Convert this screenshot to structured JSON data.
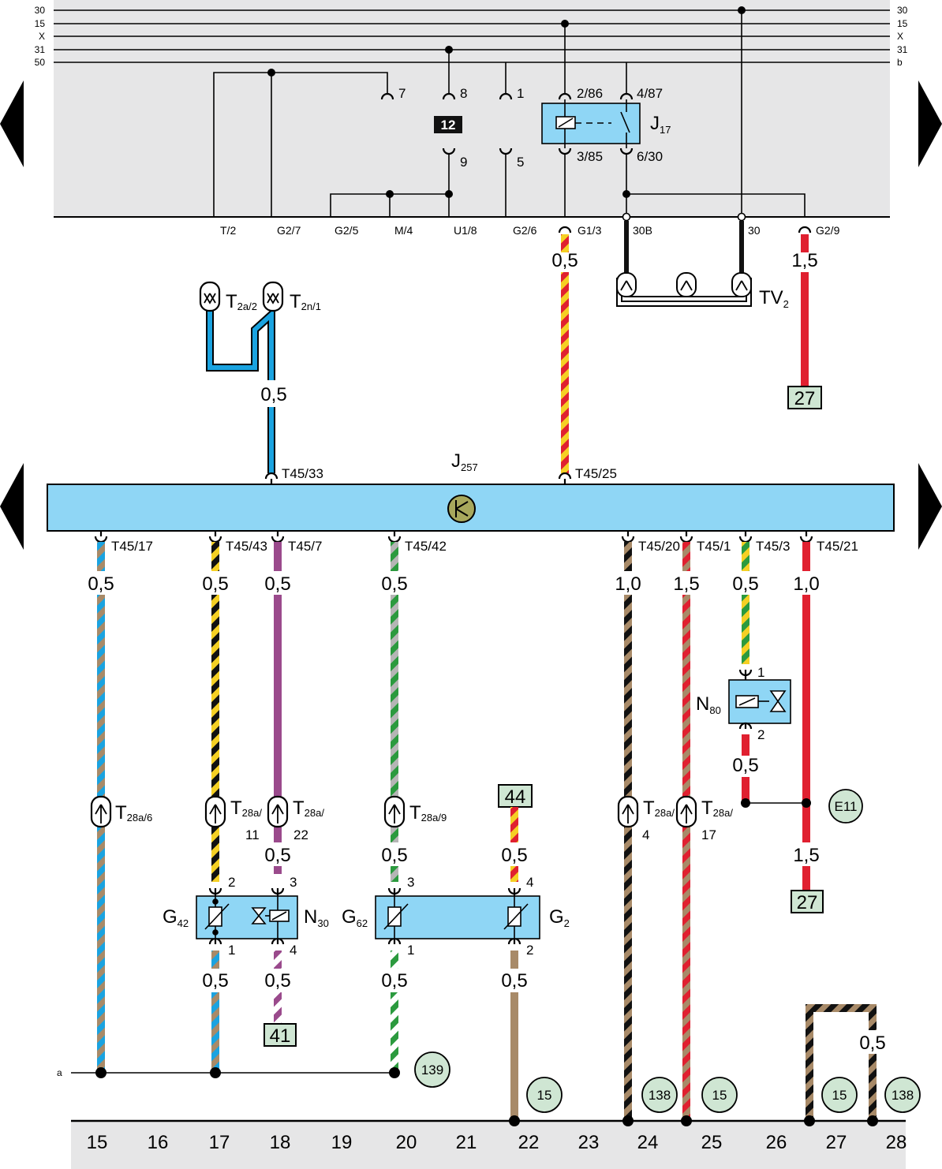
{
  "rails": {
    "left": [
      "30",
      "15",
      "X",
      "31",
      "50"
    ],
    "right": [
      "30",
      "15",
      "X",
      "31",
      "b"
    ]
  },
  "fuse_box": {
    "terminals": [
      "7",
      "8",
      "1",
      "9",
      "5"
    ],
    "badge": "12",
    "relay": {
      "name": "J",
      "sub": "17",
      "pins": [
        "2/86",
        "4/87",
        "3/85",
        "6/30"
      ]
    },
    "connectors": [
      "T/2",
      "G2/7",
      "G2/5",
      "M/4",
      "U1/8",
      "G2/6",
      "G1/3",
      "30B",
      "30",
      "G2/9"
    ]
  },
  "tv2": {
    "name": "TV",
    "sub": "2"
  },
  "t2": [
    {
      "name": "T",
      "sub": "2a/2"
    },
    {
      "name": "T",
      "sub": "2n/1"
    }
  ],
  "ecu": {
    "name": "J",
    "sub": "257",
    "pins_top": [
      "T45/33",
      "T45/25"
    ],
    "pins_bottom": [
      "T45/17",
      "T45/43",
      "T45/7",
      "T45/42",
      "T45/20",
      "T45/1",
      "T45/3",
      "T45/21"
    ]
  },
  "wire_sizes": {
    "g13": "0,5",
    "g29": "1,5",
    "t2": "0,5",
    "w15": "0,5",
    "w17": "0,5",
    "w18": "0,5",
    "w20": "0,5",
    "w24": "1,0",
    "w25": "1,5",
    "w26": "0,5",
    "w27": "1,0",
    "w18b": "0,5",
    "w20b": "0,5",
    "w22b": "0,5",
    "n80b": "0,5",
    "w27b": "1,5",
    "w17c": "0,5",
    "w18c": "0,5",
    "w20c": "0,5",
    "w22c": "0,5",
    "loop": "0,5"
  },
  "t28": [
    {
      "name": "T",
      "sub": "28a/6"
    },
    {
      "name": "T",
      "sub": "28a/",
      "line2": "11"
    },
    {
      "name": "T",
      "sub": "28a/",
      "line2": "22"
    },
    {
      "name": "T",
      "sub": "28a/9"
    },
    {
      "name": "T",
      "sub": "28a/",
      "line2": "4"
    },
    {
      "name": "T",
      "sub": "28a/",
      "line2": "17"
    }
  ],
  "components": {
    "n80": {
      "name": "N",
      "sub": "80",
      "pins": [
        "1",
        "2"
      ]
    },
    "g42": {
      "name": "G",
      "sub": "42"
    },
    "n30": {
      "name": "N",
      "sub": "30"
    },
    "g62": {
      "name": "G",
      "sub": "62"
    },
    "g2": {
      "name": "G",
      "sub": "2"
    },
    "block1_pins": [
      "2",
      "3",
      "1",
      "4"
    ],
    "block2_pins": [
      "3",
      "4",
      "1",
      "2"
    ]
  },
  "refs": {
    "r27a": "27",
    "r44": "44",
    "r27b": "27",
    "r41": "41",
    "e11": "E11",
    "g139": "139",
    "g15a": "15",
    "g138a": "138",
    "g15b": "15",
    "g15c": "15",
    "g138b": "138"
  },
  "line_a": "a",
  "track_numbers": [
    "15",
    "16",
    "17",
    "18",
    "19",
    "20",
    "21",
    "22",
    "23",
    "24",
    "25",
    "26",
    "27",
    "28"
  ],
  "colors": {
    "panel": "#e6e6e7",
    "component": "#8fd6f5",
    "ref_box": "#cfe6d3",
    "red": "#e02030",
    "yellow": "#f5d024",
    "blue": "#1aa3e0",
    "brown": "#a88a68",
    "green": "#2b9a3e",
    "grey": "#b5b5b5",
    "violet": "#9a4a8c",
    "black": "#111111"
  }
}
